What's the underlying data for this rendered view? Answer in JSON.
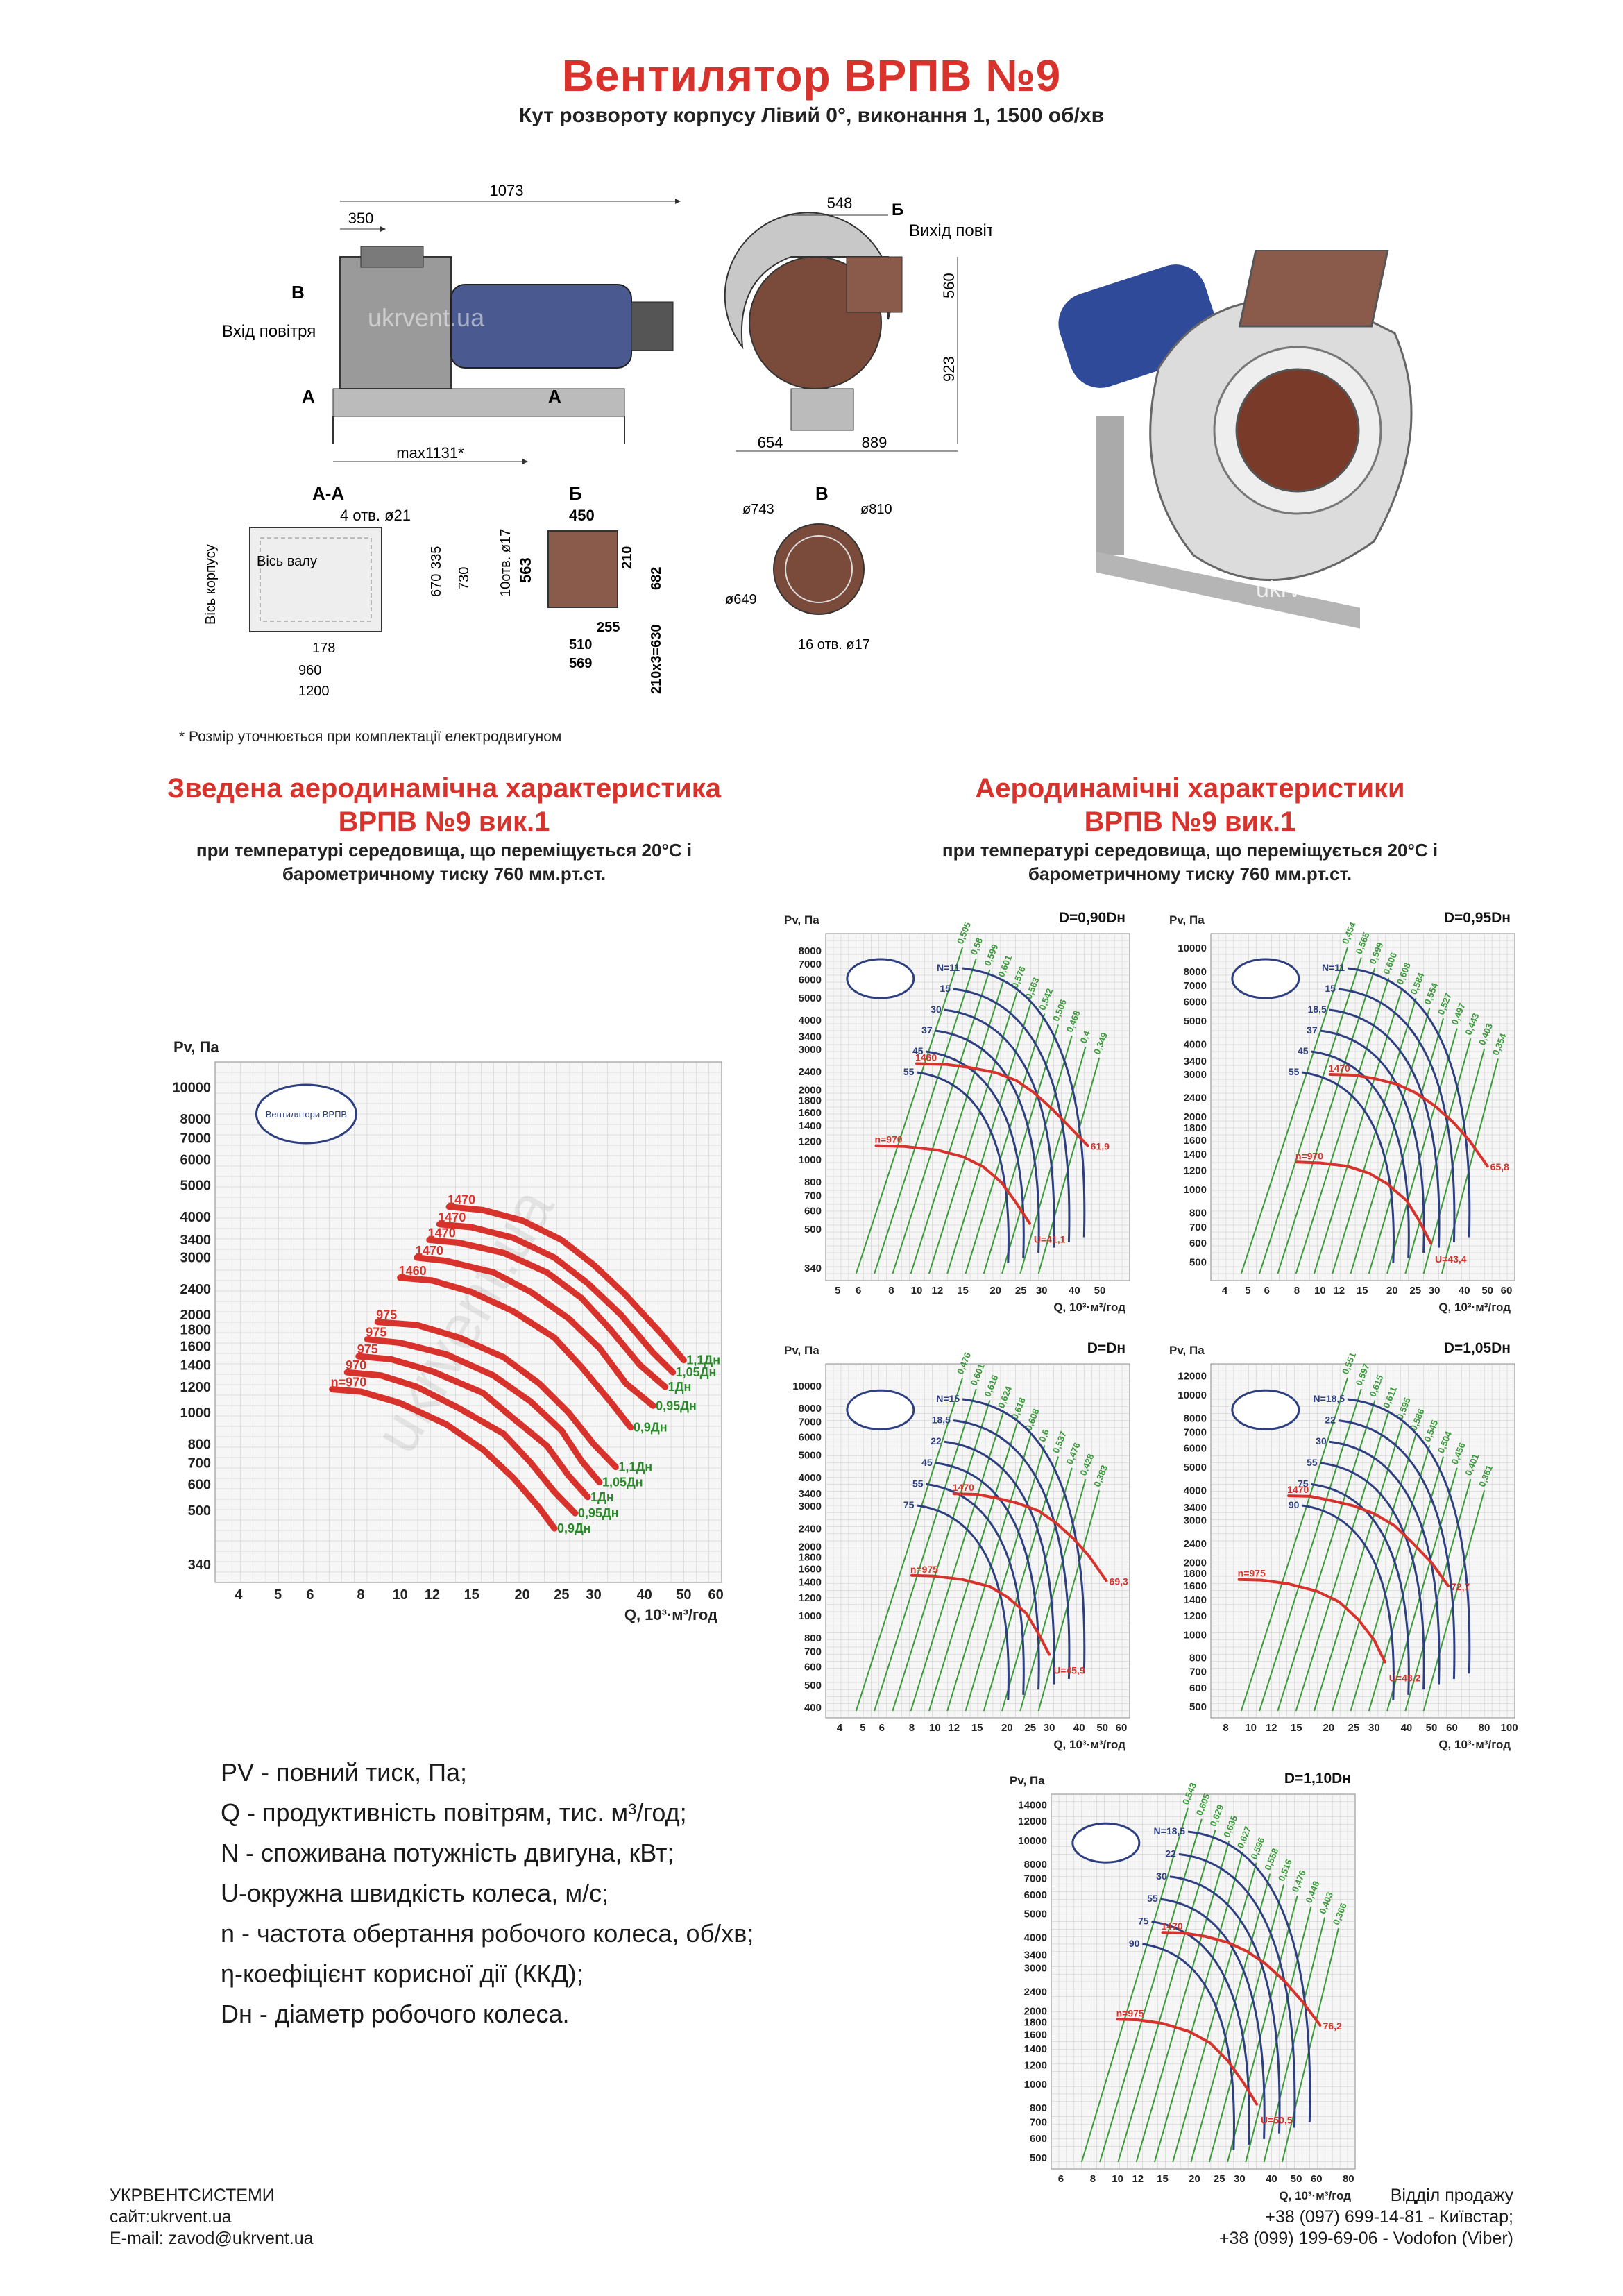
{
  "header": {
    "title": "Вентилятор ВРПВ №9",
    "subtitle": "Кут розвороту корпусу Лівий 0°, виконання 1, 1500 об/хв"
  },
  "drawings": {
    "side": {
      "overall": "1073",
      "inlet_offset": "350",
      "max_len": "max1131*",
      "label_b": "В",
      "label_a": "А",
      "label_a2": "А",
      "inlet": "Вхід повітря"
    },
    "front": {
      "d548": "548",
      "label_b": "Б",
      "outlet": "Вихід повітря",
      "d560": "560",
      "d923": "923",
      "d654": "654",
      "d889": "889"
    },
    "aa": {
      "title": "А-А",
      "holes": "4 отв. ø21",
      "body_axis": "Вісь корпусу",
      "shaft_axis": "Вісь валу",
      "d335": "335",
      "d670": "670",
      "d730": "730",
      "d178": "178",
      "d960": "960",
      "d1200": "1200"
    },
    "b": {
      "title": "Б",
      "d450": "450",
      "holes": "10отв. ø17",
      "d563": "563",
      "d210": "210",
      "d682": "682",
      "d255": "255",
      "d510": "510",
      "d569": "569",
      "d630": "210х3=630"
    },
    "v": {
      "title": "В",
      "d743": "ø743",
      "d810": "ø810",
      "d649": "ø649",
      "holes": "16 отв. ø17"
    },
    "watermark": "ukrvent.ua",
    "footnote": "* Розмір уточнюється при комплектації електродвигуном"
  },
  "left_section": {
    "title_line1": "Зведена аеродинамічна характеристика",
    "title_line2": "ВРПВ №9 вик.1",
    "sub_line1": "при температурі середовища, що переміщується 20°С і",
    "sub_line2": "барометричному тиску 760 мм.рт.ст."
  },
  "right_section": {
    "title_line1": "Аеродинамічні характеристики",
    "title_line2": "ВРПВ №9 вик.1",
    "sub_line1": "при температурі середовища, що переміщується 20°С і",
    "sub_line2": "барометричному тиску 760 мм.рт.ст."
  },
  "legend": [
    {
      "abbr": "PV",
      "text": " - повний тиск, Па;"
    },
    {
      "abbr": "Q",
      "text": " - продуктивність повітрям, тис. м³/год;"
    },
    {
      "abbr": "N",
      "text": " - споживана потужність двигуна, кВт;"
    },
    {
      "abbr": "U",
      "text": "-окружна швидкість колеса, м/с;"
    },
    {
      "abbr": "n",
      "text": " - частота обертання робочого колеса, об/хв;"
    },
    {
      "abbr": "η",
      "text": "-коефіцієнт корисної дії (ККД);"
    },
    {
      "abbr": "Dн",
      "text": " - діаметр робочого колеса."
    }
  ],
  "footer": {
    "company": "УКРВЕНТСИСТЕМИ",
    "site": "сайт:ukrvent.ua",
    "email": "E-mail: zavod@ukrvent.ua",
    "sales": "Відділ продажу",
    "phone1": "+38 (097) 699-14-81 - Київстар;",
    "phone2": "+38 (099) 199-69-06 - Vodofon (Viber)"
  },
  "colors": {
    "accent": "#d7322b",
    "curve_red": "#d7322b",
    "curve_blue": "#2e3f7f",
    "eff_green": "#3c9a3c",
    "grid": "#c8c8c8"
  },
  "chart_data": [
    {
      "type": "line",
      "id": "summary",
      "xlabel": "Q, 10³·м³/год",
      "ylabel": "Pv, Па",
      "x_ticks": [
        4,
        5,
        6,
        8,
        10,
        12,
        15,
        20,
        25,
        30,
        40,
        50,
        60
      ],
      "y_ticks": [
        340,
        500,
        600,
        700,
        800,
        1000,
        1200,
        1400,
        1600,
        1800,
        2000,
        2400,
        3000,
        3400,
        4000,
        5000,
        6000,
        7000,
        8000,
        10000
      ],
      "xlim": [
        3.5,
        62
      ],
      "ylim": [
        300,
        12000
      ],
      "logo": "Вентилятори ВРПВ",
      "watermark": "ukrvent.ua",
      "series": [
        {
          "name": "1,1Дн",
          "n_label": "1470",
          "color": "#d7322b",
          "x": [
            13.2,
            16,
            20,
            25,
            30,
            36,
            44,
            50
          ],
          "y": [
            4300,
            4200,
            3900,
            3400,
            2850,
            2300,
            1750,
            1450
          ]
        },
        {
          "name": "1,05Дн",
          "n_label": "1470",
          "color": "#d7322b",
          "x": [
            12.5,
            15,
            19,
            24,
            29,
            35,
            42,
            47
          ],
          "y": [
            3800,
            3720,
            3450,
            3000,
            2500,
            2000,
            1530,
            1330
          ]
        },
        {
          "name": "1Дн",
          "n_label": "1470",
          "color": "#d7322b",
          "x": [
            11.8,
            14,
            18,
            23,
            28,
            33,
            39,
            45
          ],
          "y": [
            3400,
            3330,
            3100,
            2700,
            2250,
            1800,
            1400,
            1200
          ]
        },
        {
          "name": "0,95Дн",
          "n_label": "1470",
          "color": "#d7322b",
          "x": [
            11,
            13,
            17,
            21,
            26,
            31,
            36,
            42
          ],
          "y": [
            3000,
            2930,
            2700,
            2350,
            1950,
            1580,
            1230,
            1050
          ]
        },
        {
          "name": "0,9Дн",
          "n_label": "1460",
          "color": "#d7322b",
          "x": [
            10,
            12,
            15,
            19,
            24,
            28,
            33,
            37
          ],
          "y": [
            2600,
            2550,
            2350,
            2050,
            1700,
            1380,
            1080,
            900
          ]
        },
        {
          "name": "1,1Дн",
          "n_label": "975",
          "color": "#d7322b",
          "x": [
            8.8,
            11,
            14,
            18,
            22,
            26,
            30,
            34
          ],
          "y": [
            1900,
            1860,
            1700,
            1480,
            1230,
            1000,
            800,
            680
          ]
        },
        {
          "name": "1,05Дн",
          "n_label": "975",
          "color": "#d7322b",
          "x": [
            8.3,
            10,
            13,
            17,
            21,
            25,
            28,
            31
          ],
          "y": [
            1680,
            1640,
            1510,
            1300,
            1080,
            880,
            710,
            610
          ]
        },
        {
          "name": "1Дн",
          "n_label": "975",
          "color": "#d7322b",
          "x": [
            7.9,
            9.5,
            12,
            16,
            19,
            23,
            26,
            29
          ],
          "y": [
            1490,
            1460,
            1340,
            1150,
            960,
            790,
            640,
            550
          ]
        },
        {
          "name": "0,95Дн",
          "n_label": "970",
          "color": "#d7322b",
          "x": [
            7.4,
            9,
            11,
            14,
            18,
            21,
            24,
            27
          ],
          "y": [
            1330,
            1300,
            1200,
            1030,
            860,
            700,
            570,
            490
          ]
        },
        {
          "name": "0,9Дн",
          "n_label": "n=970",
          "color": "#d7322b",
          "x": [
            6.8,
            8,
            10,
            13,
            16,
            19,
            22,
            24
          ],
          "y": [
            1180,
            1160,
            1070,
            920,
            770,
            630,
            510,
            440
          ]
        }
      ]
    },
    {
      "type": "line",
      "id": "d090",
      "title": "D=0,90Dн",
      "xlabel": "Q, 10³·м³/год",
      "ylabel": "Pv, Па",
      "x_ticks": [
        5,
        6,
        8,
        10,
        12,
        15,
        20,
        25,
        30,
        40,
        50
      ],
      "y_ticks": [
        340,
        500,
        600,
        700,
        800,
        1000,
        1200,
        1400,
        1600,
        1800,
        2000,
        2400,
        3000,
        3400,
        4000,
        5000,
        6000,
        7000,
        8000
      ],
      "xlim": [
        4.5,
        65
      ],
      "ylim": [
        300,
        9500
      ],
      "power_labels": [
        "N=11",
        "15",
        "30",
        "37",
        "45",
        "55"
      ],
      "eff_labels": [
        "0,505",
        "0,58",
        "0,599",
        "0,601",
        "0,576",
        "0,563",
        "0,542",
        "0,506",
        "0,468",
        "0,4",
        "0,349"
      ],
      "series": [
        {
          "name": "n=1460",
          "n_label": "1460",
          "color": "#d7322b",
          "x": [
            10,
            13,
            16,
            20,
            24,
            28,
            33,
            38,
            45
          ],
          "y": [
            2600,
            2580,
            2500,
            2380,
            2200,
            1950,
            1650,
            1400,
            1150
          ]
        },
        {
          "name": "n=970",
          "n_label": "n=970",
          "color": "#d7322b",
          "x": [
            7,
            9,
            12,
            15,
            18,
            21,
            24,
            27
          ],
          "y": [
            1150,
            1140,
            1100,
            1030,
            930,
            800,
            650,
            530
          ]
        }
      ],
      "end_labels": [
        "61,9",
        "U=41,1"
      ]
    },
    {
      "type": "line",
      "id": "d095",
      "title": "D=0,95Dн",
      "xlabel": "Q, 10³·м³/год",
      "ylabel": "Pv, Па",
      "x_ticks": [
        4,
        5,
        6,
        8,
        10,
        12,
        15,
        20,
        25,
        30,
        40,
        50,
        60
      ],
      "y_ticks": [
        500,
        600,
        700,
        800,
        1000,
        1200,
        1400,
        1600,
        1800,
        2000,
        2400,
        3000,
        3400,
        4000,
        5000,
        6000,
        7000,
        8000,
        10000
      ],
      "xlim": [
        3.5,
        65
      ],
      "ylim": [
        420,
        11500
      ],
      "power_labels": [
        "N=11",
        "15",
        "18,5",
        "37",
        "45",
        "55"
      ],
      "eff_labels": [
        "0,454",
        "0,565",
        "0,599",
        "0,606",
        "0,608",
        "0,584",
        "0,554",
        "0,527",
        "0,497",
        "0,443",
        "0,403",
        "0,354"
      ],
      "series": [
        {
          "name": "n=1470",
          "n_label": "1470",
          "color": "#d7322b",
          "x": [
            11,
            14,
            17,
            21,
            25,
            30,
            36,
            42,
            50
          ],
          "y": [
            3000,
            2980,
            2880,
            2730,
            2520,
            2230,
            1900,
            1600,
            1250
          ]
        },
        {
          "name": "n=970",
          "n_label": "n=970",
          "color": "#d7322b",
          "x": [
            8,
            10,
            13,
            16,
            19,
            23,
            26,
            29
          ],
          "y": [
            1300,
            1290,
            1250,
            1170,
            1060,
            900,
            740,
            600
          ]
        }
      ],
      "end_labels": [
        "65,8",
        "U=43,4"
      ]
    },
    {
      "type": "line",
      "id": "d100",
      "title": "D=Dн",
      "xlabel": "Q, 10³·м³/год",
      "ylabel": "Pv, Па",
      "x_ticks": [
        4,
        5,
        6,
        8,
        10,
        12,
        15,
        20,
        25,
        30,
        40,
        50,
        60
      ],
      "y_ticks": [
        400,
        500,
        600,
        700,
        800,
        1000,
        1200,
        1400,
        1600,
        1800,
        2000,
        2400,
        3000,
        3400,
        4000,
        5000,
        6000,
        7000,
        8000,
        10000
      ],
      "xlim": [
        3.5,
        65
      ],
      "ylim": [
        360,
        12500
      ],
      "power_labels": [
        "N=15",
        "18,5",
        "22",
        "45",
        "55",
        "75"
      ],
      "eff_labels": [
        "0,476",
        "0,601",
        "0,616",
        "0,624",
        "0,618",
        "0,608",
        "0,6",
        "0,537",
        "0,476",
        "0,428",
        "0,383"
      ],
      "series": [
        {
          "name": "n=1470",
          "n_label": "1470",
          "color": "#d7322b",
          "x": [
            12,
            15,
            18,
            22,
            27,
            32,
            38,
            44,
            52
          ],
          "y": [
            3400,
            3380,
            3260,
            3100,
            2870,
            2540,
            2160,
            1820,
            1420
          ]
        },
        {
          "name": "n=975",
          "n_label": "n=975",
          "color": "#d7322b",
          "x": [
            8,
            10,
            13,
            17,
            20,
            24,
            27,
            30
          ],
          "y": [
            1500,
            1490,
            1440,
            1340,
            1210,
            1030,
            840,
            680
          ]
        }
      ],
      "end_labels": [
        "69,3",
        "U=45,9"
      ]
    },
    {
      "type": "line",
      "id": "d105",
      "title": "D=1,05Dн",
      "xlabel": "Q, 10³·м³/год",
      "ylabel": "Pv, Па",
      "x_ticks": [
        8,
        10,
        12,
        15,
        20,
        25,
        30,
        40,
        50,
        60,
        80,
        100
      ],
      "y_ticks": [
        500,
        600,
        700,
        800,
        1000,
        1200,
        1400,
        1600,
        1800,
        2000,
        2400,
        3000,
        3400,
        4000,
        5000,
        6000,
        7000,
        8000,
        10000,
        12000
      ],
      "xlim": [
        7,
        105
      ],
      "ylim": [
        450,
        13500
      ],
      "power_labels": [
        "N=18,5",
        "22",
        "30",
        "55",
        "75",
        "90"
      ],
      "eff_labels": [
        "0,551",
        "0,597",
        "0,615",
        "0,611",
        "0,595",
        "0,586",
        "0,545",
        "0,504",
        "0,456",
        "0,401",
        "0,361"
      ],
      "series": [
        {
          "name": "n=1470",
          "n_label": "1470",
          "color": "#d7322b",
          "x": [
            14,
            17,
            20,
            25,
            30,
            36,
            42,
            50,
            58
          ],
          "y": [
            3800,
            3780,
            3650,
            3450,
            3200,
            2850,
            2430,
            2000,
            1600
          ]
        },
        {
          "name": "n=975",
          "n_label": "n=975",
          "color": "#d7322b",
          "x": [
            9,
            11,
            14,
            18,
            22,
            26,
            30,
            33
          ],
          "y": [
            1700,
            1690,
            1630,
            1520,
            1370,
            1160,
            950,
            770
          ]
        }
      ],
      "end_labels": [
        "72,7",
        "U=48,2"
      ]
    },
    {
      "type": "line",
      "id": "d110",
      "title": "D=1,10Dн",
      "xlabel": "Q, 10³·м³/год",
      "ylabel": "Pv, Па",
      "x_ticks": [
        6,
        8,
        10,
        12,
        15,
        20,
        25,
        30,
        40,
        50,
        60,
        80
      ],
      "y_ticks": [
        500,
        600,
        700,
        800,
        1000,
        1200,
        1400,
        1600,
        1800,
        2000,
        2400,
        3000,
        3400,
        4000,
        5000,
        6000,
        7000,
        8000,
        10000,
        12000,
        14000
      ],
      "xlim": [
        5.5,
        85
      ],
      "ylim": [
        450,
        15500
      ],
      "power_labels": [
        "N=18,5",
        "22",
        "30",
        "55",
        "75",
        "90"
      ],
      "eff_labels": [
        "0,543",
        "0,605",
        "0,629",
        "0,635",
        "0,627",
        "0,596",
        "0,558",
        "0,516",
        "0,476",
        "0,448",
        "0,403",
        "0,366"
      ],
      "series": [
        {
          "name": "n=1470",
          "n_label": "1470",
          "color": "#d7322b",
          "x": [
            15,
            18,
            22,
            27,
            32,
            38,
            45,
            53,
            62
          ],
          "y": [
            4200,
            4180,
            4050,
            3820,
            3520,
            3120,
            2650,
            2180,
            1750
          ]
        },
        {
          "name": "n=975",
          "n_label": "n=975",
          "color": "#d7322b",
          "x": [
            10,
            12,
            15,
            19,
            23,
            27,
            31,
            35
          ],
          "y": [
            1850,
            1840,
            1780,
            1650,
            1480,
            1250,
            1020,
            830
          ]
        }
      ],
      "end_labels": [
        "76,2",
        "U=50,5"
      ]
    }
  ]
}
